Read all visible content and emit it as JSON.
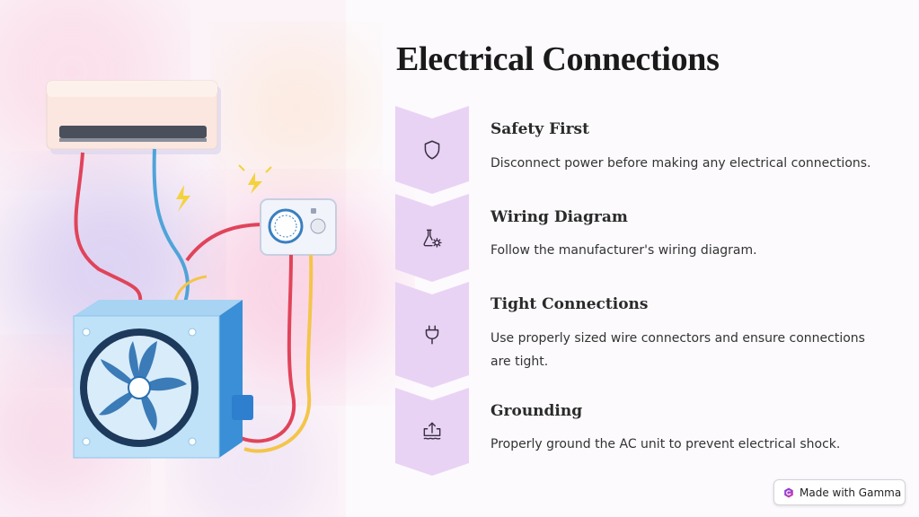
{
  "slide": {
    "title": "Electrical Connections"
  },
  "steps": [
    {
      "title": "Safety First",
      "description": "Disconnect power before making any electrical connections.",
      "icon": "shield-icon"
    },
    {
      "title": "Wiring Diagram",
      "description": "Follow the manufacturer's wiring diagram.",
      "icon": "flask-gear-icon"
    },
    {
      "title": "Tight Connections",
      "description": "Use properly sized wire connectors and ensure connections are tight.",
      "icon": "plug-icon"
    },
    {
      "title": "Grounding",
      "description": "Properly ground the AC unit to prevent electrical shock.",
      "icon": "grounding-icon"
    }
  ],
  "badge": {
    "label": "Made with Gamma",
    "icon": "gamma-logo-icon"
  },
  "colors": {
    "chevron": "#e9d3f4",
    "icon_stroke": "#3a2f45",
    "title": "#1a1a1a",
    "text": "#333333"
  }
}
